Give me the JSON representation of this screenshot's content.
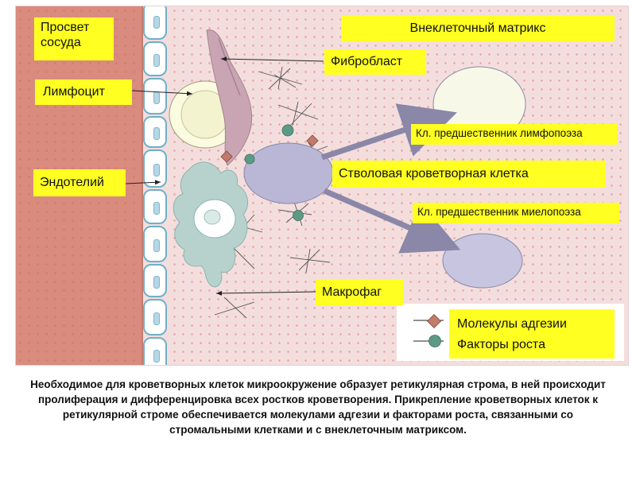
{
  "labels": {
    "lumen": "Просвет сосуда",
    "ecm": "Внеклеточный матрикс",
    "fibroblast": "Фибробласт",
    "lymphocyte": "Лимфоцит",
    "lymphoid_progenitor": "Кл. предшественник лимфопоэза",
    "endothelium": "Эндотелий",
    "stem_cell": "Стволовая кроветворная клетка",
    "myeloid_progenitor": "Кл. предшественник миелопоэза",
    "macrophage": "Макрофаг"
  },
  "legend": {
    "adhesion": "Молекулы адгезии",
    "growth": "Факторы роста"
  },
  "colors": {
    "lumen": "#d98b7e",
    "background": "#f3dedd",
    "label_fill": "#ffff22",
    "stem_cell": "#b9b6d6",
    "fibroblast": "#c9a5b3",
    "macrophage": "#b7d2cd",
    "lymphocyte": "#fbfbe0",
    "adhesion_molecule": "#c27a6a",
    "growth_factor": "#5c9a86"
  },
  "caption": "Необходимое для кроветворных клеток микроокружение образует ретикулярная строма, в ней происходит пролиферация и дифференцировка всех ростков кроветворения. Прикрепление кроветворных клеток к ретикулярной строме обеспечивается молекулами адгезии и факторами роста, связанными со стромальными клетками и с внеклеточным матриксом."
}
